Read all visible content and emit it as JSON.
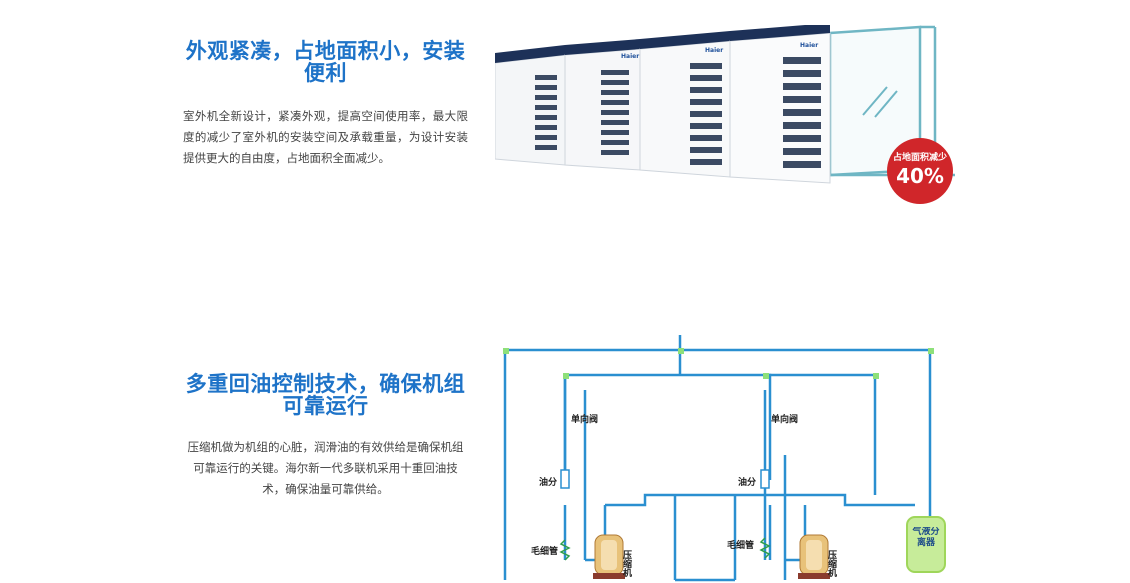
{
  "feature1": {
    "title": "外观紧凑，占地面积小，安装便利",
    "description": "室外机全新设计，紧凑外观，提高空间使用率，最大限度的减少了室外机的安装空间及承载重量，为设计安装提供更大的自由度，占地面积全面减少。",
    "brand": "Haier",
    "badge_caption": "占地面积减少",
    "badge_value": "40%",
    "colors": {
      "title": "#1e73c8",
      "badge": "#d0262a",
      "frame": "#6fb6c4"
    }
  },
  "feature2": {
    "title": "多重回油控制技术，确保机组可靠运行",
    "description": "压缩机做为机组的心脏，润滑油的有效供给是确保机组可靠运行的关键。海尔新一代多联机采用十重回油技术，确保油量可靠供给。",
    "diagram_labels": {
      "check_valve_left": "单向阀",
      "check_valve_right": "单向阀",
      "oil_sep_left": "油分",
      "oil_sep_right": "油分",
      "capillary_left": "毛细管",
      "capillary_right": "毛细管",
      "compressor_left": "压缩机",
      "compressor_right": "压缩机",
      "gas_liquid_separator": "气液分离器"
    },
    "colors": {
      "pipe": "#2a8fd0",
      "pipe_highlight": "#8ee07a",
      "separator": "#9fd65a"
    }
  }
}
